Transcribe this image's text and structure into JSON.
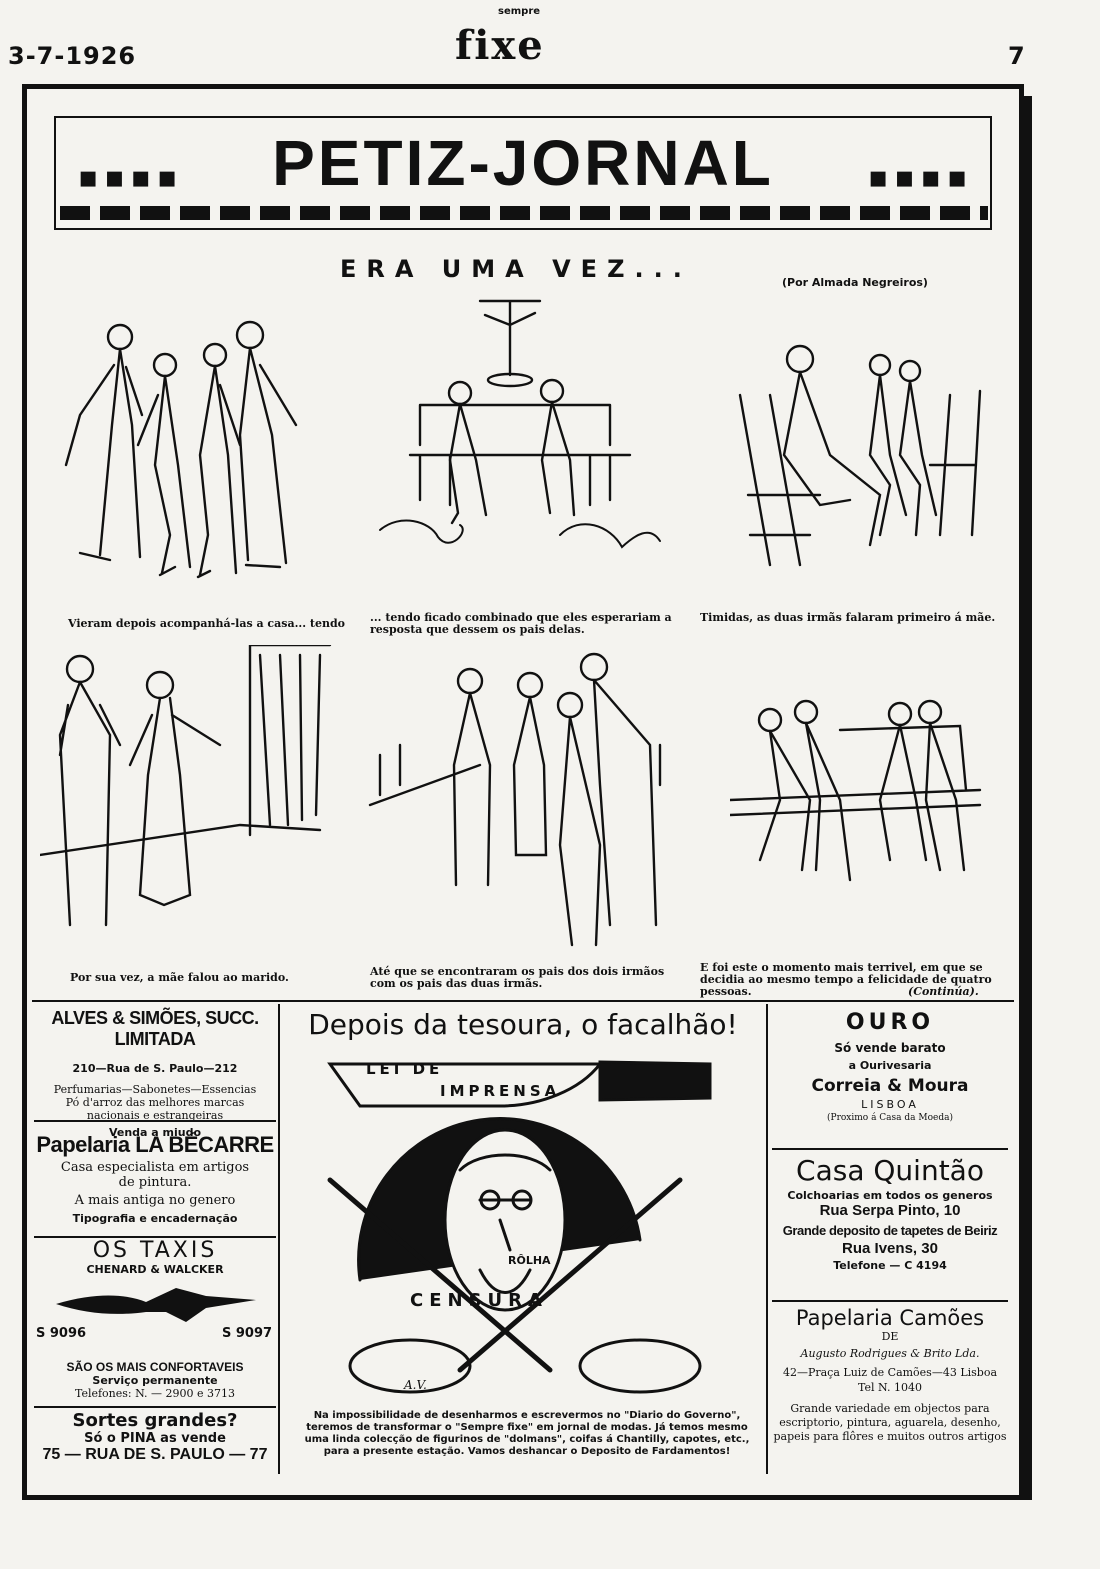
{
  "header": {
    "date": "3-7-1926",
    "masthead_small": "sempre",
    "masthead": "fixe",
    "page_number": "7"
  },
  "feature": {
    "title": "PETIZ-JORNAL",
    "title_dots_left": "▪▪▪▪",
    "title_dots_right": "▪▪▪▪",
    "subtitle": "ERA UMA VEZ...",
    "byline": "(Por Almada Negreiros)",
    "panels": [
      {
        "caption": "Vieram depois acompanhá-las a casa... tendo"
      },
      {
        "caption": "... tendo ficado combinado que eles esperariam a resposta que dessem os pais delas."
      },
      {
        "caption": "Timidas, as duas irmãs falaram primeiro á mãe."
      },
      {
        "caption": "Por sua vez, a mãe falou ao marido."
      },
      {
        "caption": "Até que se encontraram os pais dos dois irmãos com os pais das duas irmãs."
      },
      {
        "caption": "E foi este o momento mais terrivel, em que se decidia ao mesmo tempo a felicidade de quatro pessoas."
      }
    ],
    "continued": "(Continúa)."
  },
  "ads_left": {
    "alves": {
      "name": "ALVES & SIMÕES, SUCC. LIMITADA",
      "address": "210—Rua de S. Paulo—212",
      "line1": "Perfumarias—Sabonetes—Essencias",
      "line2": "Pó d'arroz das melhores marcas",
      "line3": "nacionais e estrangeiras",
      "line4": "Venda a miudo"
    },
    "becarre": {
      "name": "Papelaria LA BÉCARRE",
      "line1": "Casa especialista em artigos",
      "line2": "de pintura.",
      "line3": "A mais antiga no genero",
      "line4": "Tipografia e encadernação"
    },
    "taxis": {
      "name": "OS TAXIS",
      "owners": "CHENARD & WALCKER",
      "phone_left": "S 9096",
      "phone_right": "S 9097",
      "line1": "SÃO OS MAIS CONFORTAVEIS",
      "line2": "Serviço permanente",
      "line3": "Telefones: N. — 2900 e 3713"
    },
    "sortes": {
      "line1": "Sortes grandes?",
      "line2": "Só o PINA as vende",
      "line3": "75 — RUA DE S. PAULO — 77"
    }
  },
  "cartoon": {
    "headline": "Depois da tesoura, o facalhão!",
    "knife_label_1": "LEI DE",
    "knife_label_2": "IMPRENSA",
    "gag_label": "RÔLHA",
    "scissors_label": "CENSURA",
    "signature": "A.V.",
    "text": "Na impossibilidade de desenharmos e escrevermos no \"Diario do Governo\", teremos de transformar o \"Sempre fixe\" em jornal de modas. Já temos mesmo uma linda colecção de figurinos de \"dolmans\", coifas á Chantilly, capotes, etc., para a presente estação. Vamos deshancar o Deposito de Fardamentos!"
  },
  "ads_right": {
    "ouro": {
      "name": "OURO",
      "line1": "Só vende barato",
      "line2": "a Ourivesaria",
      "shop": "Correia & Moura",
      "city": "LISBOA",
      "note": "(Proximo á Casa da Moeda)"
    },
    "quintao": {
      "name": "Casa Quintão",
      "line1": "Colchoarias em todos os generos",
      "line2": "Rua Serpa Pinto, 10",
      "line3": "Grande deposito de tapetes de Beiriz",
      "line4": "Rua Ivens, 30",
      "line5": "Telefone — C 4194"
    },
    "camoes": {
      "name": "Papelaria Camões",
      "de": "DE",
      "owner": "Augusto Rodrigues & Brito Lda.",
      "address": "42—Praça Luiz de Camões—43 Lisboa",
      "tel": "Tel N. 1040",
      "desc": "Grande variedade em objectos para escriptorio, pintura, aguarela, desenho, papeis para flôres e muitos outros artigos"
    }
  }
}
